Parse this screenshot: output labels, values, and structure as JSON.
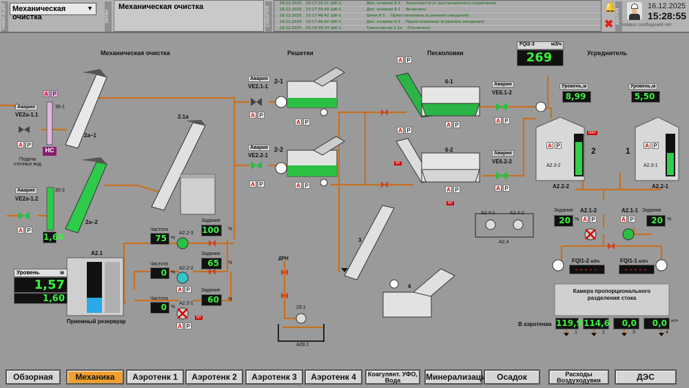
{
  "header": {
    "nav_label": "НАВИГАЦИЯ",
    "screen_label": "ЭКРАН",
    "events_label": "СОБЫТИЯ",
    "alarm_label": "АВАРИЯ",
    "nav_select": "Механическая очистка",
    "screen_title": "Механическая очистка",
    "date": "16.12.2025",
    "time": "15:28:55",
    "new_messages": "Новых сообщений нет"
  },
  "events": [
    {
      "date": "16.12.2025",
      "time": "15:17:33.21",
      "source": "ШК-1",
      "object": "Доп. конвеер 6-1",
      "text": "Запускается от дистанционного управления"
    },
    {
      "date": "16.12.2025",
      "time": "15:17:33.49",
      "source": "ШК-1",
      "object": "Доп. конвеер 6-1",
      "text": "Включено"
    },
    {
      "date": "16.12.2025",
      "time": "15:17:46.42",
      "source": "ШК-1",
      "object": "Шнек 6-1",
      "text": "Приостановлено (в режиме ожидания)"
    },
    {
      "date": "16.12.2025",
      "time": "15:17:46.42",
      "source": "ШК-1",
      "object": "Доп. конвеер 6-1",
      "text": "Приостановлено (в режиме ожидания)"
    },
    {
      "date": "16.12.2025",
      "time": "15:18:39.14",
      "source": "ШК-1",
      "object": "Транспортер 2.1а",
      "text": "Отключено"
    }
  ],
  "sections": {
    "mech": "Механическая очистка",
    "grates": "Решетки",
    "sand": "Песколовки",
    "equalizer": "Усреднитель"
  },
  "labels": {
    "alarm": "Авария",
    "a": "А",
    "p": "Р",
    "nc": "НС",
    "supply": "Подача сточных вод",
    "ve2a11": "VE2a-1.1",
    "ve2a12": "VE2a-1.2",
    "s351": "35-1",
    "s352": "35-2",
    "c2a1": "2а–1",
    "c2a2": "2а–2",
    "c21a": "2.1а",
    "ve211": "VE2.1-1",
    "ve221": "VE2.2-1",
    "g21": "2-1",
    "g22": "2-2",
    "s61": "6-1",
    "s62": "6-2",
    "ve612": "VE6.1-2",
    "ve622": "VE6.2-2",
    "fqi23": "FQI2-3",
    "fqi23_unit": "м3/ч",
    "fqi23_val": "269",
    "level": "Уровень,м",
    "level_left": "8,99",
    "level_right": "5,50",
    "a222": "А2.2-2",
    "a221": "А2.2-1",
    "a232": "А2.3-2",
    "a231": "А2.3-1",
    "tank2": "2",
    "tank1": "1",
    "a241": "А2.4-1",
    "a242": "А2.4-2",
    "a24": "А2.4",
    "task": "Задание",
    "a2122": "А2.1-2",
    "a2121": "А2.1-1",
    "task_left": "20",
    "task_right": "20",
    "pct": "%",
    "fqi12": "FQI1-2",
    "fqi11": "FQI1-1",
    "unit_m3h": "м3/ч",
    "chamber": "Камера пропорционального разделения стока",
    "to_aerotanks": "В аэротенки",
    "out1": "119,9",
    "out2": "114,6",
    "out3": "0,0",
    "out4": "0,0",
    "n1": "1",
    "n2": "2",
    "n3": "3",
    "n4": "4",
    "reservoir": "Приемный резервуар",
    "a21": "А2.1",
    "level_label": "Уровень",
    "level_unit": "м",
    "level_val": "1,57",
    "zadanie_val": "1,60",
    "freq": "Частота",
    "a2223": "А2.2-3",
    "a2222": "А2.2-2",
    "a2221": "А2.2-1",
    "freq1": "75",
    "freq2": "0",
    "freq3": "0",
    "task1": "100",
    "task2": "65",
    "task3": "60",
    "drn": "ДРН",
    "a291": "29.1",
    "a291b": "А29.1",
    "conv3": "3",
    "conv4": "4",
    "mu": "МУ",
    "max": "MAX",
    "zero": "0",
    "three": "3"
  },
  "nav": [
    {
      "label": "Обзорная",
      "active": false
    },
    {
      "label": "Механика",
      "active": true
    },
    {
      "label": "Аэротенк 1",
      "active": false
    },
    {
      "label": "Аэротенк 2",
      "active": false
    },
    {
      "label": "Аэротенк 3",
      "active": false
    },
    {
      "label": "Аэротенк 4",
      "active": false
    },
    {
      "label": "Коагулянт. УФО, Вода",
      "active": false
    },
    {
      "label": "Минерализация",
      "active": false
    },
    {
      "label": "Осадок",
      "active": false
    },
    {
      "label": "Расходы Воздуходувки",
      "active": false
    },
    {
      "label": "ДЭС",
      "active": false
    }
  ],
  "colors": {
    "pipe": "#c87020",
    "green": "#22c33a",
    "alarm": "#d00000"
  }
}
